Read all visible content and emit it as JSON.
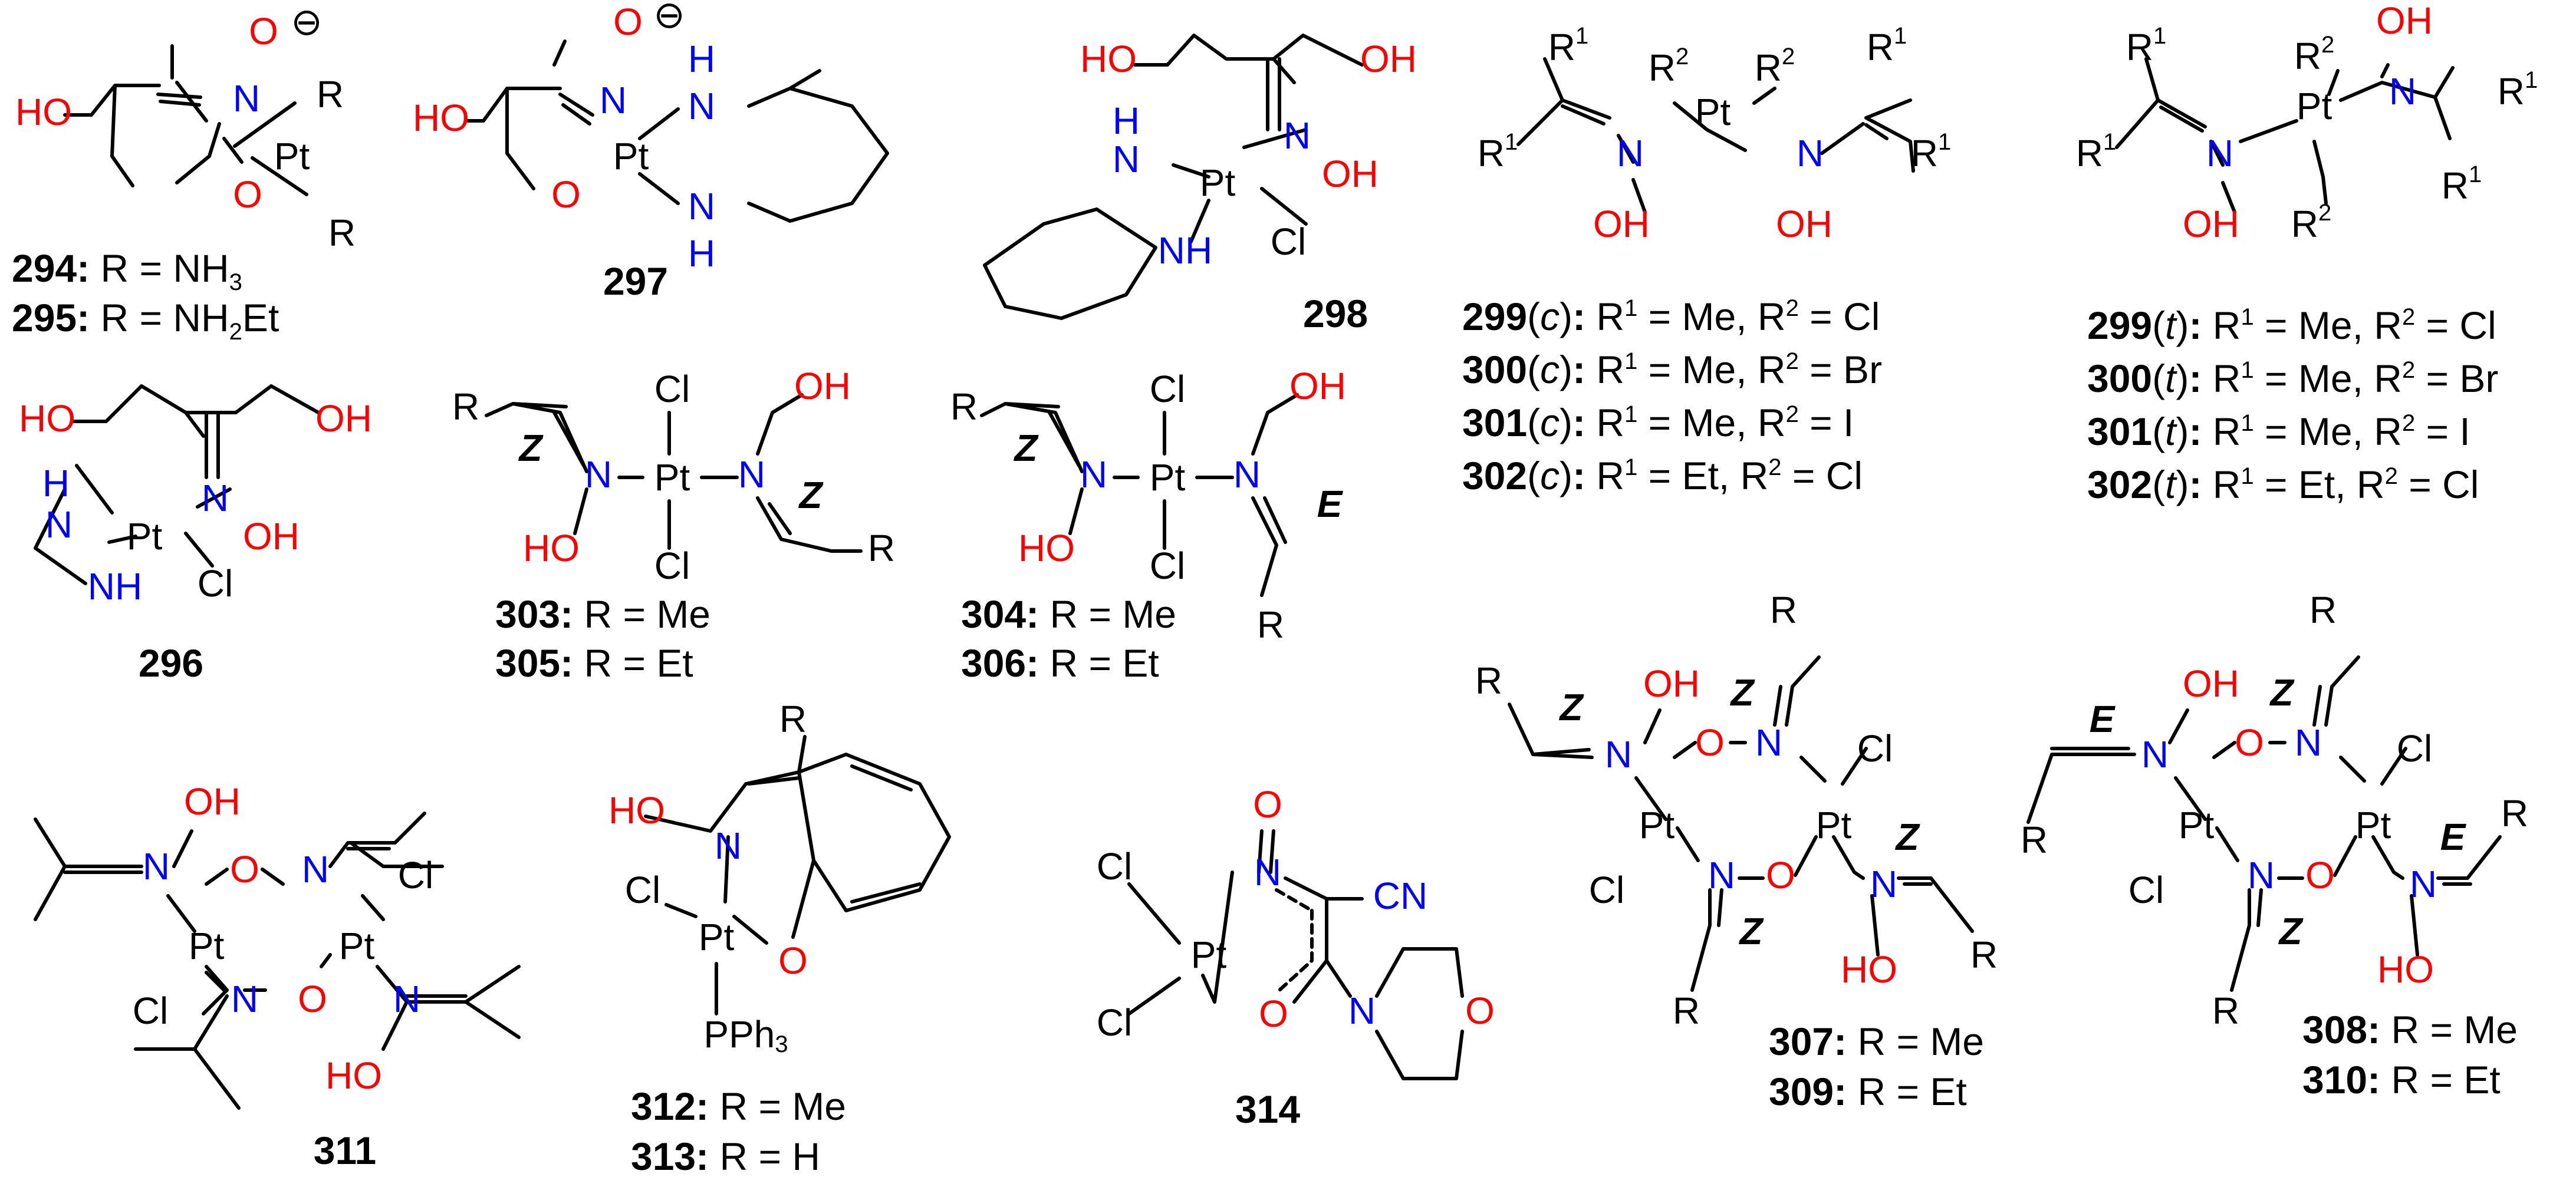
{
  "colors": {
    "bond": "#000000",
    "oxygen": "#ff0000",
    "nitrogen": "#0000ff",
    "carbon_label": "#000000"
  },
  "atoms": {
    "O": "O",
    "N": "N",
    "Pt": "Pt",
    "Cl": "Cl",
    "H": "H",
    "R": "R",
    "R1": "R",
    "R2": "R",
    "sup1": "1",
    "sup2": "2",
    "minus": "⊖",
    "HO": "HO",
    "OH": "OH",
    "NH": "NH",
    "CN": "CN",
    "PPh3": "PPh",
    "sub3": "3"
  },
  "stereo": {
    "Z": "Z",
    "E": "E"
  },
  "compounds": {
    "c294": {
      "num": "294:",
      "rest": "R = NH",
      "sub": "3"
    },
    "c295": {
      "num": "295:",
      "rest": "R = NH",
      "sub": "2",
      "tail": "Et"
    },
    "c296": {
      "num": "296"
    },
    "c297": {
      "num": "297"
    },
    "c298": {
      "num": "298"
    },
    "c299c": {
      "num": "299",
      "tag": "c",
      "rest": "R",
      "s1": "1",
      "mid": " = Me, R",
      "s2": "2",
      "end": " = Cl"
    },
    "c300c": {
      "num": "300",
      "tag": "c",
      "rest": "R",
      "s1": "1",
      "mid": " = Me, R",
      "s2": "2",
      "end": " = Br"
    },
    "c301c": {
      "num": "301",
      "tag": "c",
      "rest": "R",
      "s1": "1",
      "mid": " = Me, R",
      "s2": "2",
      "end": " = I"
    },
    "c302c": {
      "num": "302",
      "tag": "c",
      "rest": "R",
      "s1": "1",
      "mid": " = Et, R",
      "s2": "2",
      "end": " = Cl"
    },
    "c299t": {
      "num": "299",
      "tag": "t",
      "rest": "R",
      "s1": "1",
      "mid": " = Me, R",
      "s2": "2",
      "end": " = Cl"
    },
    "c300t": {
      "num": "300",
      "tag": "t",
      "rest": "R",
      "s1": "1",
      "mid": " = Me, R",
      "s2": "2",
      "end": " = Br"
    },
    "c301t": {
      "num": "301",
      "tag": "t",
      "rest": "R",
      "s1": "1",
      "mid": " = Me, R",
      "s2": "2",
      "end": " = I"
    },
    "c302t": {
      "num": "302",
      "tag": "t",
      "rest": "R",
      "s1": "1",
      "mid": " = Et, R",
      "s2": "2",
      "end": " = Cl"
    },
    "c303": {
      "num": "303:",
      "rest": "R = Me"
    },
    "c305": {
      "num": "305:",
      "rest": "R = Et"
    },
    "c304": {
      "num": "304:",
      "rest": "R = Me"
    },
    "c306": {
      "num": "306:",
      "rest": "R = Et"
    },
    "c307": {
      "num": "307:",
      "rest": "R = Me"
    },
    "c309": {
      "num": "309:",
      "rest": "R = Et"
    },
    "c308": {
      "num": "308:",
      "rest": "R = Me"
    },
    "c310": {
      "num": "310:",
      "rest": "R = Et"
    },
    "c311": {
      "num": "311"
    },
    "c312": {
      "num": "312:",
      "rest": "R = Me"
    },
    "c313": {
      "num": "313:",
      "rest": "R = H"
    },
    "c314": {
      "num": "314"
    }
  }
}
